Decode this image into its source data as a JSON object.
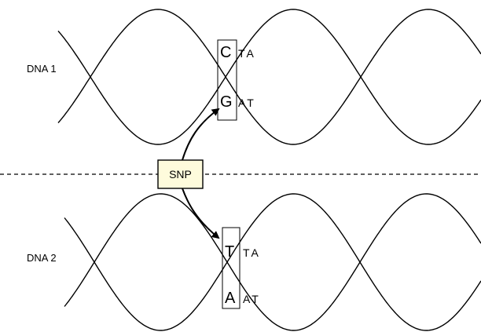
{
  "dna1": {
    "label": "DNA 1",
    "top": {
      "base": "C",
      "rest": "TA"
    },
    "bottom": {
      "base": "G",
      "rest": "AT"
    }
  },
  "dna2": {
    "label": "DNA 2",
    "top": {
      "base": "T",
      "rest": "TA"
    },
    "bottom": {
      "base": "A",
      "rest": "AT"
    }
  },
  "snp": {
    "label": "SNP",
    "fill": "#fefbdc"
  }
}
